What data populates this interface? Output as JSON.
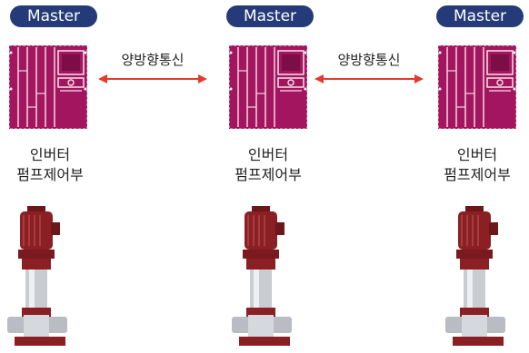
{
  "units": [
    {
      "badge": "Master",
      "caption_line1": "인버터",
      "caption_line2": "펌프제어부"
    },
    {
      "badge": "Master",
      "caption_line1": "인버터",
      "caption_line2": "펌프제어부"
    },
    {
      "badge": "Master",
      "caption_line1": "인버터",
      "caption_line2": "펌프제어부"
    }
  ],
  "links": [
    {
      "label": "양방향통신"
    },
    {
      "label": "양방향통신"
    }
  ],
  "colors": {
    "badge": "#253a78",
    "panel": "#a3165f",
    "arrow": "#e23b2e",
    "pump_motor": "#8a1f24",
    "pump_steel": "#c9ccd1"
  },
  "icons": {
    "panel": "inverter-panel-icon",
    "pump": "vertical-pump-icon",
    "arrow": "double-arrow-icon"
  }
}
